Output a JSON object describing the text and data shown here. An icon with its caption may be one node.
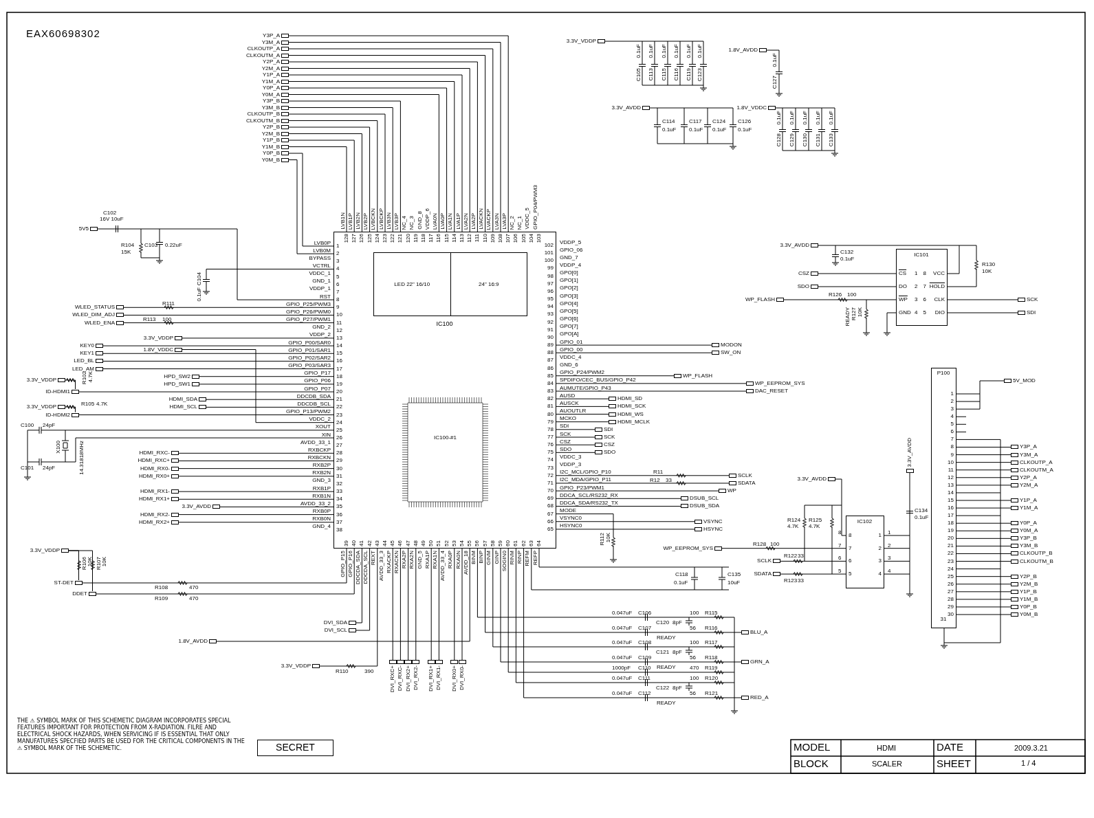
{
  "diagram": {
    "title": "EAX60698302",
    "nodes": [
      {
        "text": [
          "IC100"
        ]
      },
      {
        "text": [
          "LED 22\" 16/10",
          "24\" 16:9"
        ],
        "in": 0
      },
      {
        "text": [
          "IC100-#1"
        ],
        "in": 0
      },
      {
        "text": [
          "IC101",
          "CS",
          "1",
          "DO",
          "2",
          "WP",
          "3",
          "GND",
          "4",
          "8",
          "VCC",
          "7",
          "HOLD",
          "6",
          "CLK",
          "5",
          "DIO"
        ]
      },
      {
        "text": [
          "IC102",
          "8",
          "7",
          "6",
          "5",
          "1",
          "2",
          "3",
          "4"
        ]
      },
      {
        "text": [
          "P100",
          "1",
          "2",
          "3",
          "4",
          "5",
          "6",
          "7",
          "8",
          "9",
          "10",
          "11",
          "12",
          "13",
          "14",
          "15",
          "16",
          "17",
          "18",
          "19",
          "20",
          "21",
          "22",
          "23",
          "24",
          "25",
          "26",
          "27",
          "28",
          "29",
          "30",
          "31"
        ]
      },
      {
        "text": [
          "5V5"
        ]
      },
      {
        "text": [
          "WLED_STATUS"
        ]
      },
      {
        "text": [
          "WLED_DIM_ADJ"
        ]
      },
      {
        "text": [
          "WLED_ENA"
        ]
      },
      {
        "text": [
          "3.3V_VDDP"
        ]
      },
      {
        "text": [
          "1.8V_VDDC"
        ]
      },
      {
        "text": [
          "KEY0"
        ]
      },
      {
        "text": [
          "KEY1"
        ]
      },
      {
        "text": [
          "LED_BL"
        ]
      },
      {
        "text": [
          "LED_AM"
        ]
      },
      {
        "text": [
          "HPD_SW2"
        ]
      },
      {
        "text": [
          "HPD_SW1"
        ]
      },
      {
        "text": [
          "3.3V_VDDP"
        ]
      },
      {
        "text": [
          "ID-HDMI1"
        ]
      },
      {
        "text": [
          "3.3V_VDDP"
        ]
      },
      {
        "text": [
          "HDMI_SDA"
        ]
      },
      {
        "text": [
          "HDMI_SCL"
        ]
      },
      {
        "text": [
          "ID-HDMI2"
        ]
      },
      {
        "text": [
          "HDMI_RXC-"
        ]
      },
      {
        "text": [
          "HDMI_RXC+"
        ]
      },
      {
        "text": [
          "HDMI_RX0-"
        ]
      },
      {
        "text": [
          "HDMI_RX0+"
        ]
      },
      {
        "text": [
          "HDMI_RX1-"
        ]
      },
      {
        "text": [
          "HDMI_RX1+"
        ]
      },
      {
        "text": [
          "3.3V_AVDD"
        ]
      },
      {
        "text": [
          "HDMI_RX2-"
        ]
      },
      {
        "text": [
          "HDMI_RX2+"
        ]
      },
      {
        "text": [
          "3.3V_VDDP"
        ]
      },
      {
        "text": [
          "ST-DET"
        ]
      },
      {
        "text": [
          "DDET"
        ]
      },
      {
        "text": [
          "DVI_SDA"
        ]
      },
      {
        "text": [
          "DVI_SCL"
        ]
      },
      {
        "text": [
          "1.8V_AVDD"
        ]
      },
      {
        "text": [
          "3.3V_VDDP"
        ]
      },
      {
        "text": [
          "DVI_RXC+"
        ]
      },
      {
        "text": [
          "DVI_RXC-"
        ]
      },
      {
        "text": [
          "DVI_RX2+"
        ]
      },
      {
        "text": [
          "DVI_RX2-"
        ]
      },
      {
        "text": [
          "DVI_RX1+"
        ]
      },
      {
        "text": [
          "DVI_RX1-"
        ]
      },
      {
        "text": [
          "DVI_RX0+"
        ]
      },
      {
        "text": [
          "DVI_RX0-"
        ]
      },
      {
        "text": [
          "Y3P_A"
        ]
      },
      {
        "text": [
          "Y3M_A"
        ]
      },
      {
        "text": [
          "CLKOUTP_A"
        ]
      },
      {
        "text": [
          "CLKOUTM_A"
        ]
      },
      {
        "text": [
          "Y2P_A"
        ]
      },
      {
        "text": [
          "Y2M_A"
        ]
      },
      {
        "text": [
          "Y1P_A"
        ]
      },
      {
        "text": [
          "Y1M_A"
        ]
      },
      {
        "text": [
          "Y0P_A"
        ]
      },
      {
        "text": [
          "Y0M_A"
        ]
      },
      {
        "text": [
          "Y3P_B"
        ]
      },
      {
        "text": [
          "Y3M_B"
        ]
      },
      {
        "text": [
          "CLKOUTP_B"
        ]
      },
      {
        "text": [
          "CLKOUTM_B"
        ]
      },
      {
        "text": [
          "Y2P_B"
        ]
      },
      {
        "text": [
          "Y2M_B"
        ]
      },
      {
        "text": [
          "Y1P_B"
        ]
      },
      {
        "text": [
          "Y1M_B"
        ]
      },
      {
        "text": [
          "Y0P_B"
        ]
      },
      {
        "text": [
          "Y0M_B"
        ]
      },
      {
        "text": [
          "MODON"
        ]
      },
      {
        "text": [
          "SW_ON"
        ]
      },
      {
        "text": [
          "WP_FLASH"
        ]
      },
      {
        "text": [
          "WP_EEPROM_SYS"
        ]
      },
      {
        "text": [
          "DAC_RESET"
        ]
      },
      {
        "text": [
          "HDMI_SD"
        ]
      },
      {
        "text": [
          "HDMI_SCK"
        ]
      },
      {
        "text": [
          "HDMI_WS"
        ]
      },
      {
        "text": [
          "HDMI_MCLK"
        ]
      },
      {
        "text": [
          "SDI"
        ]
      },
      {
        "text": [
          "SCK"
        ]
      },
      {
        "text": [
          "CSZ"
        ]
      },
      {
        "text": [
          "SDO"
        ]
      },
      {
        "text": [
          "SCLK"
        ]
      },
      {
        "text": [
          "SDATA"
        ]
      },
      {
        "text": [
          "WP"
        ]
      },
      {
        "text": [
          "DSUB_SCL"
        ]
      },
      {
        "text": [
          "DSUB_SDA"
        ]
      },
      {
        "text": [
          "VSYNC"
        ]
      },
      {
        "text": [
          "HSYNC"
        ]
      },
      {
        "text": [
          "BLU_A"
        ]
      },
      {
        "text": [
          "GRN_A"
        ]
      },
      {
        "text": [
          "RED_A"
        ]
      },
      {
        "text": [
          "3.3V_VDDP"
        ]
      },
      {
        "text": [
          "1.8V_AVDD"
        ]
      },
      {
        "text": [
          "3.3V_AVDD"
        ]
      },
      {
        "text": [
          "1.8V_VDDC"
        ]
      },
      {
        "text": [
          "3.3V_AVDD"
        ]
      },
      {
        "text": [
          "CSZ"
        ]
      },
      {
        "text": [
          "SDO"
        ]
      },
      {
        "text": [
          "WP_FLASH"
        ]
      },
      {
        "text": [
          "SCK"
        ]
      },
      {
        "text": [
          "SDI"
        ]
      },
      {
        "text": [
          "3.3V_AVDD"
        ]
      },
      {
        "text": [
          "3.3V_AVDD"
        ]
      },
      {
        "text": [
          "WP_EEPROM_SYS"
        ]
      },
      {
        "text": [
          "SCLK"
        ]
      },
      {
        "text": [
          "SDATA"
        ]
      },
      {
        "text": [
          "5V_MOD"
        ]
      },
      {
        "text": [
          "Y3P_A"
        ]
      },
      {
        "text": [
          "Y3M_A"
        ]
      },
      {
        "text": [
          "CLKOUTP_A"
        ]
      },
      {
        "text": [
          "CLKOUTM_A"
        ]
      },
      {
        "text": [
          "Y2P_A"
        ]
      },
      {
        "text": [
          "Y2M_A"
        ]
      },
      {
        "text": [
          "Y1P_A"
        ]
      },
      {
        "text": [
          "Y1M_A"
        ]
      },
      {
        "text": [
          "Y0P_A"
        ]
      },
      {
        "text": [
          "Y0M_A"
        ]
      },
      {
        "text": [
          "Y3P_B"
        ]
      },
      {
        "text": [
          "Y3M_B"
        ]
      },
      {
        "text": [
          "CLKOUTP_B"
        ]
      },
      {
        "text": [
          "CLKOUTM_B"
        ]
      },
      {
        "text": [
          "Y2P_B"
        ]
      },
      {
        "text": [
          "Y2M_B"
        ]
      },
      {
        "text": [
          "Y1P_B"
        ]
      },
      {
        "text": [
          "Y1M_B"
        ]
      },
      {
        "text": [
          "Y0P_B"
        ]
      },
      {
        "text": [
          "Y0M_B"
        ]
      }
    ],
    "edges": [
      {
        "from": 6,
        "to": 0,
        "arrow": "none"
      },
      {
        "from": 7,
        "to": 0,
        "arrow": "none"
      },
      {
        "from": 8,
        "to": 0,
        "arrow": "none"
      },
      {
        "from": 9,
        "to": 0,
        "arrow": "none"
      },
      {
        "from": 10,
        "to": 0,
        "arrow": "none"
      },
      {
        "from": 11,
        "to": 0,
        "arrow": "none"
      },
      {
        "from": 12,
        "to": 0,
        "arrow": "none"
      },
      {
        "from": 13,
        "to": 0,
        "arrow": "none"
      },
      {
        "from": 14,
        "to": 0,
        "arrow": "none"
      },
      {
        "from": 15,
        "to": 0,
        "arrow": "none"
      },
      {
        "from": 16,
        "to": 0,
        "arrow": "none"
      },
      {
        "from": 17,
        "to": 0,
        "arrow": "none"
      },
      {
        "from": 18,
        "to": 19,
        "arrow": "none"
      },
      {
        "from": 19,
        "to": 0,
        "arrow": "none"
      },
      {
        "from": 20,
        "to": 23,
        "arrow": "none"
      },
      {
        "from": 21,
        "to": 0,
        "arrow": "none"
      },
      {
        "from": 22,
        "to": 0,
        "arrow": "none"
      },
      {
        "from": 23,
        "to": 0,
        "arrow": "none"
      },
      {
        "from": 24,
        "to": 0,
        "arrow": "none"
      },
      {
        "from": 25,
        "to": 0,
        "arrow": "none"
      },
      {
        "from": 26,
        "to": 0,
        "arrow": "none"
      },
      {
        "from": 27,
        "to": 0,
        "arrow": "none"
      },
      {
        "from": 28,
        "to": 0,
        "arrow": "none"
      },
      {
        "from": 29,
        "to": 0,
        "arrow": "none"
      },
      {
        "from": 30,
        "to": 0,
        "arrow": "none"
      },
      {
        "from": 31,
        "to": 0,
        "arrow": "none"
      },
      {
        "from": 32,
        "to": 0,
        "arrow": "none"
      },
      {
        "from": 33,
        "to": 34,
        "arrow": "none"
      },
      {
        "from": 33,
        "to": 35,
        "arrow": "none"
      },
      {
        "from": 34,
        "to": 0,
        "arrow": "none"
      },
      {
        "from": 35,
        "to": 0,
        "arrow": "none"
      },
      {
        "from": 36,
        "to": 0,
        "arrow": "none"
      },
      {
        "from": 37,
        "to": 0,
        "arrow": "none"
      },
      {
        "from": 38,
        "to": 0,
        "arrow": "none"
      },
      {
        "from": 39,
        "to": 0,
        "arrow": "none"
      },
      {
        "from": 40,
        "to": 0,
        "arrow": "none"
      },
      {
        "from": 41,
        "to": 0,
        "arrow": "none"
      },
      {
        "from": 42,
        "to": 0,
        "arrow": "none"
      },
      {
        "from": 43,
        "to": 0,
        "arrow": "none"
      },
      {
        "from": 44,
        "to": 0,
        "arrow": "none"
      },
      {
        "from": 45,
        "to": 0,
        "arrow": "none"
      },
      {
        "from": 46,
        "to": 0,
        "arrow": "none"
      },
      {
        "from": 47,
        "to": 0,
        "arrow": "none"
      },
      {
        "from": 48,
        "to": 0,
        "arrow": "none"
      },
      {
        "from": 49,
        "to": 0,
        "arrow": "none"
      },
      {
        "from": 50,
        "to": 0,
        "arrow": "none"
      },
      {
        "from": 51,
        "to": 0,
        "arrow": "none"
      },
      {
        "from": 52,
        "to": 0,
        "arrow": "none"
      },
      {
        "from": 53,
        "to": 0,
        "arrow": "none"
      },
      {
        "from": 54,
        "to": 0,
        "arrow": "none"
      },
      {
        "from": 55,
        "to": 0,
        "arrow": "none"
      },
      {
        "from": 56,
        "to": 0,
        "arrow": "none"
      },
      {
        "from": 57,
        "to": 0,
        "arrow": "none"
      },
      {
        "from": 58,
        "to": 0,
        "arrow": "none"
      },
      {
        "from": 59,
        "to": 0,
        "arrow": "none"
      },
      {
        "from": 60,
        "to": 0,
        "arrow": "none"
      },
      {
        "from": 61,
        "to": 0,
        "arrow": "none"
      },
      {
        "from": 62,
        "to": 0,
        "arrow": "none"
      },
      {
        "from": 63,
        "to": 0,
        "arrow": "none"
      },
      {
        "from": 64,
        "to": 0,
        "arrow": "none"
      },
      {
        "from": 65,
        "to": 0,
        "arrow": "none"
      },
      {
        "from": 66,
        "to": 0,
        "arrow": "none"
      },
      {
        "from": 67,
        "to": 0,
        "arrow": "none"
      },
      {
        "from": 68,
        "to": 0,
        "arrow": "none"
      },
      {
        "from": 69,
        "to": 0,
        "arrow": "none"
      },
      {
        "from": 70,
        "to": 0,
        "arrow": "none"
      },
      {
        "from": 71,
        "to": 0,
        "arrow": "none"
      },
      {
        "from": 72,
        "to": 0,
        "arrow": "none"
      },
      {
        "from": 73,
        "to": 0,
        "arrow": "none"
      },
      {
        "from": 74,
        "to": 0,
        "arrow": "none"
      },
      {
        "from": 75,
        "to": 0,
        "arrow": "none"
      },
      {
        "from": 76,
        "to": 0,
        "arrow": "none"
      },
      {
        "from": 77,
        "to": 0,
        "arrow": "none"
      },
      {
        "from": 78,
        "to": 0,
        "arrow": "none"
      },
      {
        "from": 79,
        "to": 0,
        "arrow": "none"
      },
      {
        "from": 80,
        "to": 0,
        "arrow": "none"
      },
      {
        "from": 81,
        "to": 0,
        "arrow": "none"
      },
      {
        "from": 82,
        "to": 0,
        "arrow": "none"
      },
      {
        "from": 83,
        "to": 0,
        "arrow": "none"
      },
      {
        "from": 84,
        "to": 0,
        "arrow": "none"
      },
      {
        "from": 85,
        "to": 0,
        "arrow": "none"
      },
      {
        "from": 86,
        "to": 0,
        "arrow": "none"
      },
      {
        "from": 87,
        "to": 0,
        "arrow": "none"
      },
      {
        "from": 0,
        "to": 88,
        "arrow": "none"
      },
      {
        "from": 0,
        "to": 89,
        "arrow": "none"
      },
      {
        "from": 0,
        "to": 90,
        "arrow": "none"
      },
      {
        "from": 95,
        "to": 3,
        "arrow": "none"
      },
      {
        "from": 96,
        "to": 3,
        "arrow": "none"
      },
      {
        "from": 97,
        "to": 3,
        "arrow": "none"
      },
      {
        "from": 98,
        "to": 3,
        "arrow": "none"
      },
      {
        "from": 3,
        "to": 99,
        "arrow": "none"
      },
      {
        "from": 3,
        "to": 100,
        "arrow": "none"
      },
      {
        "from": 101,
        "to": 4,
        "arrow": "none"
      },
      {
        "from": 102,
        "to": 4,
        "arrow": "none"
      },
      {
        "from": 103,
        "to": 4,
        "arrow": "none"
      },
      {
        "from": 104,
        "to": 4,
        "arrow": "none"
      },
      {
        "from": 105,
        "to": 4,
        "arrow": "none"
      },
      {
        "from": 106,
        "to": 5,
        "arrow": "none"
      },
      {
        "from": 5,
        "to": 107,
        "arrow": "none"
      },
      {
        "from": 5,
        "to": 108,
        "arrow": "none"
      },
      {
        "from": 5,
        "to": 109,
        "arrow": "none"
      },
      {
        "from": 5,
        "to": 110,
        "arrow": "none"
      },
      {
        "from": 5,
        "to": 111,
        "arrow": "none"
      },
      {
        "from": 5,
        "to": 112,
        "arrow": "none"
      },
      {
        "from": 5,
        "to": 113,
        "arrow": "none"
      },
      {
        "from": 5,
        "to": 114,
        "arrow": "none"
      },
      {
        "from": 5,
        "to": 115,
        "arrow": "none"
      },
      {
        "from": 5,
        "to": 116,
        "arrow": "none"
      },
      {
        "from": 5,
        "to": 117,
        "arrow": "none"
      },
      {
        "from": 5,
        "to": 118,
        "arrow": "none"
      },
      {
        "from": 5,
        "to": 119,
        "arrow": "none"
      },
      {
        "from": 5,
        "to": 120,
        "arrow": "none"
      },
      {
        "from": 5,
        "to": 121,
        "arrow": "none"
      },
      {
        "from": 5,
        "to": 122,
        "arrow": "none"
      },
      {
        "from": 5,
        "to": 123,
        "arrow": "none"
      },
      {
        "from": 5,
        "to": 124,
        "arrow": "none"
      },
      {
        "from": 5,
        "to": 125,
        "arrow": "none"
      },
      {
        "from": 5,
        "to": 126,
        "arrow": "none"
      }
    ],
    "labels": [
      "LVB0P",
      "LVB0M",
      "BYPASS",
      "VCTRL",
      "VDDC_1",
      "GND_1",
      "VDDP_1",
      "RST",
      "GPIO_P25/PWM3",
      "GPIO_P26/PWM0",
      "GPIO_P27/PWM1",
      "GND_2",
      "VDDP_2",
      "GPIO_P00/SAR0",
      "GPIO_P01/SAR1",
      "GPIO_P02/SAR2",
      "GPIO_P03/SAR3",
      "GPIO_P17",
      "GPIO_P06",
      "GPIO_P07",
      "DDCDB_SDA",
      "DDCDB_SCL",
      "GPIO_P13/PWM2",
      "VDDC_2",
      "XOUT",
      "XIN",
      "AVDD_33_1",
      "RXBCKP",
      "RXBCKN",
      "RXB2P",
      "RXB2N",
      "GND_3",
      "RXB1P",
      "RXB1N",
      "AVDD_33_2",
      "RXB0P",
      "RXB0N",
      "GND_4",
      "GPIO_P15",
      "GPIO_P16",
      "DDCDA_SDA",
      "DDCDA_SCL",
      "REXT",
      "AVDD_33_3",
      "RXACKP",
      "RXACKN",
      "RXA2P",
      "RXA2N",
      "GND_5",
      "RXA1P",
      "RXA1N",
      "AVDD_33_4",
      "RXA0P",
      "RXA0N",
      "AVDD_18",
      "BINM",
      "BINP",
      "GINM",
      "GINP",
      "SOGIN0",
      "RINM",
      "RINP",
      "REFM",
      "REFP",
      "HSYNC0",
      "VSYNC0",
      "MODE",
      "DDCA_SDA/RS232_TX",
      "DDCA_SCL/RS232_RX",
      "GPIO_P23/PWM1",
      "I2C_MDA/GPIO_P11",
      "I2C_MCL/GPIO_P10",
      "VDDP_3",
      "VDDC_3",
      "SDO",
      "CSZ",
      "SCK",
      "SDI",
      "MCKO",
      "AUOUTLR",
      "AUSCK",
      "AUSD",
      "AUMUTE/GPIO_P43",
      "SPDIFO/CEC_BUS/GPIO_P42",
      "GPIO_P24/PWM2",
      "GND_6",
      "VDDC_4",
      "GPIO_00",
      "GPIO_01",
      "GPO[A]",
      "GPO[7]",
      "GPO[6]",
      "GPO[5]",
      "GPO[4]",
      "GPO[3]",
      "GPO[2]",
      "GPO[1]",
      "GPO[0]",
      "VDDP_4",
      "GND_7",
      "GPIO_06",
      "VDDP_5",
      "GPIO_P04/PWM3",
      "VDDC_5",
      "NC_1",
      "NC_2",
      "LVA3P",
      "LVA3N",
      "LVACKP",
      "LVACKN",
      "LVA2P",
      "LVA2N",
      "LVA1P",
      "LVA1N",
      "LVA0P",
      "LVA0N",
      "VDDP_6",
      "GND_8",
      "NC_3",
      "NC_4",
      "LVB3P",
      "LVB3N",
      "LVBCKP",
      "LVBCKN",
      "LVB2P",
      "LVB2N",
      "LVB1P",
      "LVB1N",
      "1",
      "2",
      "3",
      "4",
      "5",
      "6",
      "7",
      "8",
      "9",
      "10",
      "11",
      "12",
      "13",
      "14",
      "15",
      "16",
      "17",
      "18",
      "19",
      "20",
      "21",
      "22",
      "23",
      "24",
      "25",
      "26",
      "27",
      "28",
      "29",
      "30",
      "31",
      "32",
      "33",
      "34",
      "35",
      "36",
      "37",
      "38",
      "39",
      "40",
      "41",
      "42",
      "43",
      "44",
      "45",
      "46",
      "47",
      "48",
      "49",
      "50",
      "51",
      "52",
      "53",
      "54",
      "55",
      "56",
      "57",
      "58",
      "59",
      "60",
      "61",
      "62",
      "63",
      "64",
      "65",
      "66",
      "67",
      "68",
      "69",
      "70",
      "71",
      "72",
      "73",
      "74",
      "75",
      "76",
      "77",
      "78",
      "79",
      "80",
      "81",
      "82",
      "83",
      "84",
      "85",
      "86",
      "87",
      "88",
      "89",
      "90",
      "91",
      "92",
      "93",
      "94",
      "95",
      "96",
      "97",
      "98",
      "99",
      "100",
      "101",
      "102",
      "103",
      "104",
      "105",
      "106",
      "107",
      "108",
      "109",
      "110",
      "111",
      "112",
      "113",
      "114",
      "115",
      "116",
      "117",
      "118",
      "119",
      "120",
      "121",
      "122",
      "123",
      "124",
      "125",
      "126",
      "127",
      "128",
      "C102",
      "16V 10uF",
      "R104",
      "15K",
      "C103",
      "0.22uF",
      "C104",
      "0.1uF",
      "R111",
      "R113",
      "100",
      "R102",
      "4.7K",
      "R105",
      "4.7K",
      "C100",
      "24pF",
      "X100",
      "14.31818MHz",
      "C101",
      "24pF",
      "R106",
      "10K",
      "R107",
      "10K",
      "R108",
      "470",
      "R109",
      "470",
      "R110",
      "390",
      "C105",
      "0.1uF",
      "C113",
      "0.1uF",
      "C115",
      "0.1uF",
      "C116",
      "0.1uF",
      "C119",
      "0.1uF",
      "C123",
      "0.1uF",
      "C127",
      "0.1uF",
      "C114",
      "0.1uF",
      "C117",
      "0.1uF",
      "C124",
      "0.1uF",
      "C126",
      "0.1uF",
      "C128",
      "0.1uF",
      "C129",
      "0.1uF",
      "C130",
      "0.1uF",
      "C131",
      "0.1uF",
      "C133",
      "0.1uF",
      "C132",
      "0.1uF",
      "R130",
      "10K",
      "R126",
      "100",
      "READY",
      "R127",
      "10K",
      "R124",
      "4.7K",
      "R125",
      "4.7K",
      "R128",
      "100",
      "R122",
      "33",
      "R123",
      "33",
      "C134",
      "0.1uF",
      "8",
      "7",
      "6",
      "5",
      "1",
      "2",
      "3",
      "4",
      "R11",
      "R12",
      "33",
      "R112",
      "10K",
      "C118",
      "0.1uF",
      "C135",
      "10uF",
      "0.047uF",
      "C106",
      "100",
      "R115",
      "C120",
      "8pF",
      "0.047uF",
      "C107",
      "56",
      "R116",
      "READY",
      "0.047uF",
      "C108",
      "100",
      "R117",
      "C121",
      "8pF",
      "0.047uF",
      "C109",
      "56",
      "R118",
      "READY",
      "1000pF",
      "C110",
      "470",
      "R119",
      "0.047uF",
      "C111",
      "100",
      "R120",
      "C122",
      "8pF",
      "0.047uF",
      "C112",
      "56",
      "R121",
      "READY",
      "THE ⚠ SYMBOL MARK OF THIS SCHEMETIC DIAGRAM INCORPORATES SPECIAL FEATURES IMPORTANT FOR PROTECTION FROM X-RADIATION. FILRE AND ELECTRICAL SHOCK HAZARDS, WHEN SERVICING IF IS ESSENTIAL THAT ONLY MANUFATURES SPECFIED PARTS BE USED FOR THE CRITICAL COMPONENTS IN THE ⚠ SYMBOL MARK OF THE SCHEMETIC.",
      "SECRET",
      "MODEL",
      "HDMI",
      "DATE",
      "2009.3.21",
      "BLOCK",
      "SCALER",
      "SHEET",
      "1 / 4"
    ]
  }
}
